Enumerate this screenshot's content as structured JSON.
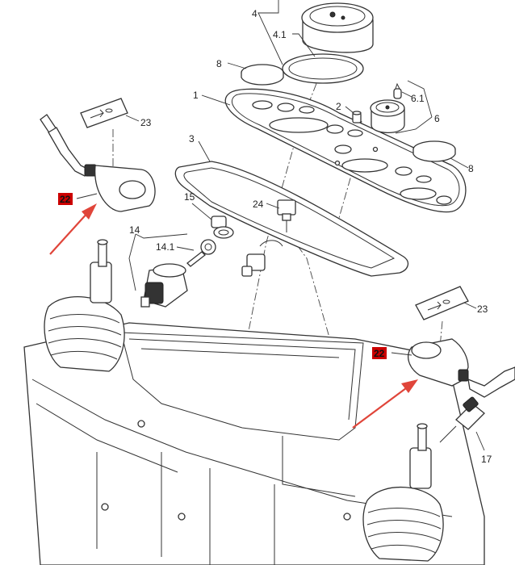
{
  "colors": {
    "line": "#333333",
    "highlight_badge": "#cc0000",
    "arrow": "#e0453a",
    "background": "#ffffff"
  },
  "callouts": {
    "c4": "4",
    "c4_1": "4.1",
    "c8_top": "8",
    "c1": "1",
    "c2": "2",
    "c6_1": "6.1",
    "c6": "6",
    "c3": "3",
    "c8_right": "8",
    "c23_top": "23",
    "c22_left": "22",
    "c15": "15",
    "c24": "24",
    "c14": "14",
    "c14_1": "14.1",
    "c23_right": "23",
    "c22_right": "22",
    "c17": "17"
  },
  "icons": {
    "arrow_left": "red-arrow-icon",
    "arrow_right": "red-arrow-icon"
  }
}
